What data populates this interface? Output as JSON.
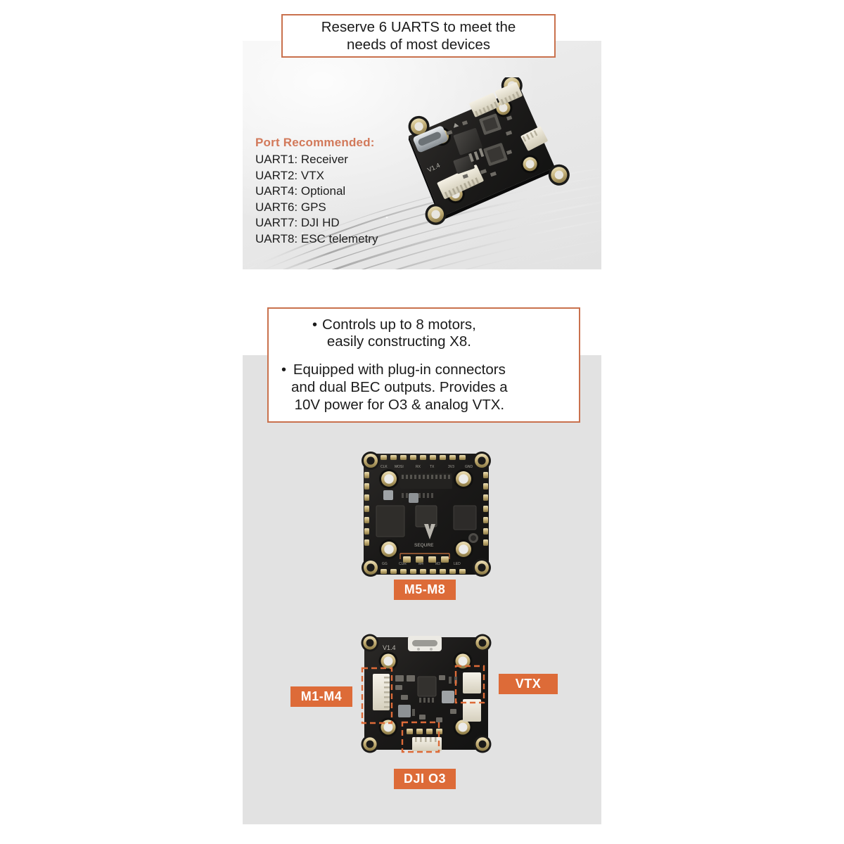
{
  "page": {
    "background": "#ffffff",
    "accent_orange": "#dd6b38",
    "border_terracotta": "#c9714d",
    "panel_gray": "#e2e2e2"
  },
  "panel_one": {
    "callout": {
      "line1": "Reserve 6 UARTS to meet the",
      "line2": "needs of most devices"
    },
    "ports": {
      "title": "Port Recommended:",
      "items": [
        "UART1: Receiver",
        "UART2: VTX",
        "UART4: Optional",
        "UART6: GPS",
        "UART7: DJI HD",
        "UART8: ESC telemetry"
      ]
    },
    "board_caption": "flight-controller-angled"
  },
  "panel_two": {
    "callout": {
      "feature_one": {
        "bullet": "•",
        "line1": "Controls up to 8 motors,",
        "line2": "easily constructing X8."
      },
      "feature_two": {
        "bullet": "•",
        "line1": "Equipped with plug-in connectors",
        "line2": "and dual BEC outputs.  Provides a",
        "line3": "10V power for O3 & analog VTX."
      }
    },
    "badges": [
      {
        "id": "m5-m8",
        "label": "M5-M8"
      },
      {
        "id": "m1-m4",
        "label": "M1-M4"
      },
      {
        "id": "vtx",
        "label": "VTX"
      },
      {
        "id": "dji-o3",
        "label": "DJI O3"
      }
    ],
    "board_markings": {
      "mid_logo": "SEQURE",
      "bot_version": "V1.4"
    }
  }
}
